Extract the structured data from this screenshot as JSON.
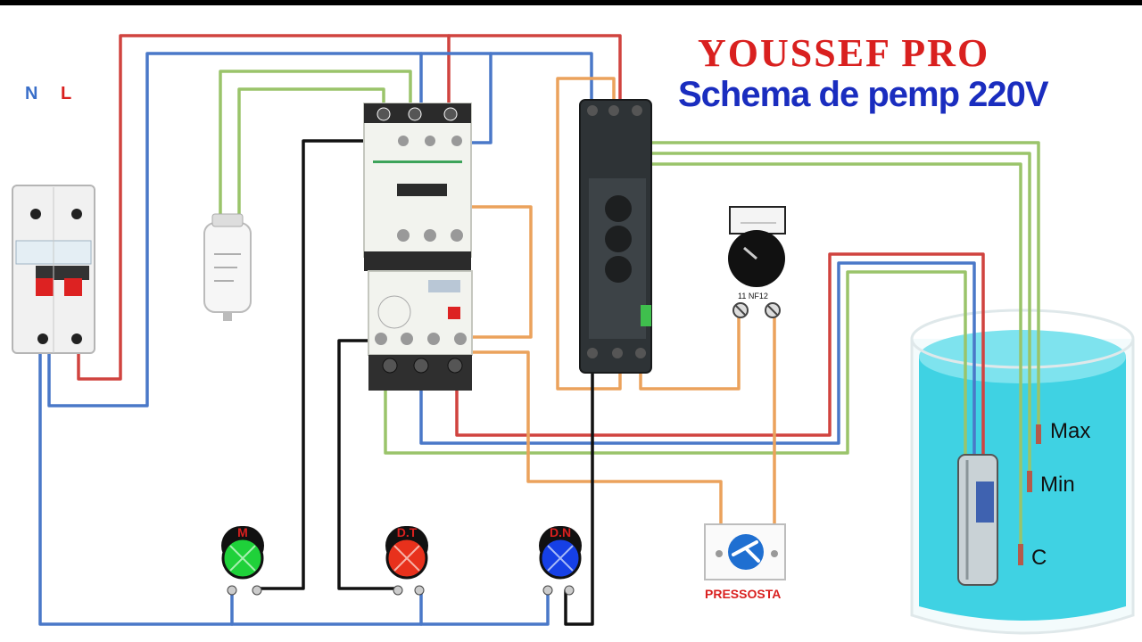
{
  "header": {
    "brand": "YOUSSEF PRO",
    "title": "Schema de pemp 220V"
  },
  "supply": {
    "neutral": "N",
    "line": "L"
  },
  "lamps": [
    {
      "label": "M",
      "color": "#1fd13a"
    },
    {
      "label": "D.T",
      "color": "#e8311c"
    },
    {
      "label": "D.N",
      "color": "#1640e6"
    }
  ],
  "pressure_switch": {
    "label": "PRESSOSTA",
    "terminals": "11 NF12"
  },
  "tank_levels": {
    "max": "Max",
    "min": "Min",
    "common": "C"
  },
  "colors": {
    "wire_red": "#d0433f",
    "wire_blue": "#4a78c8",
    "wire_green": "#9ac46a",
    "wire_orange": "#eba25c",
    "wire_black": "#111111",
    "water": "#3fd2e3"
  },
  "icons": [
    "circuit-breaker-icon",
    "capacitor-icon",
    "contactor-icon",
    "thermal-relay-icon",
    "level-relay-icon",
    "pressure-gauge-icon",
    "pressure-switch-icon",
    "submersible-pump-icon",
    "indicator-lamp-icon"
  ]
}
